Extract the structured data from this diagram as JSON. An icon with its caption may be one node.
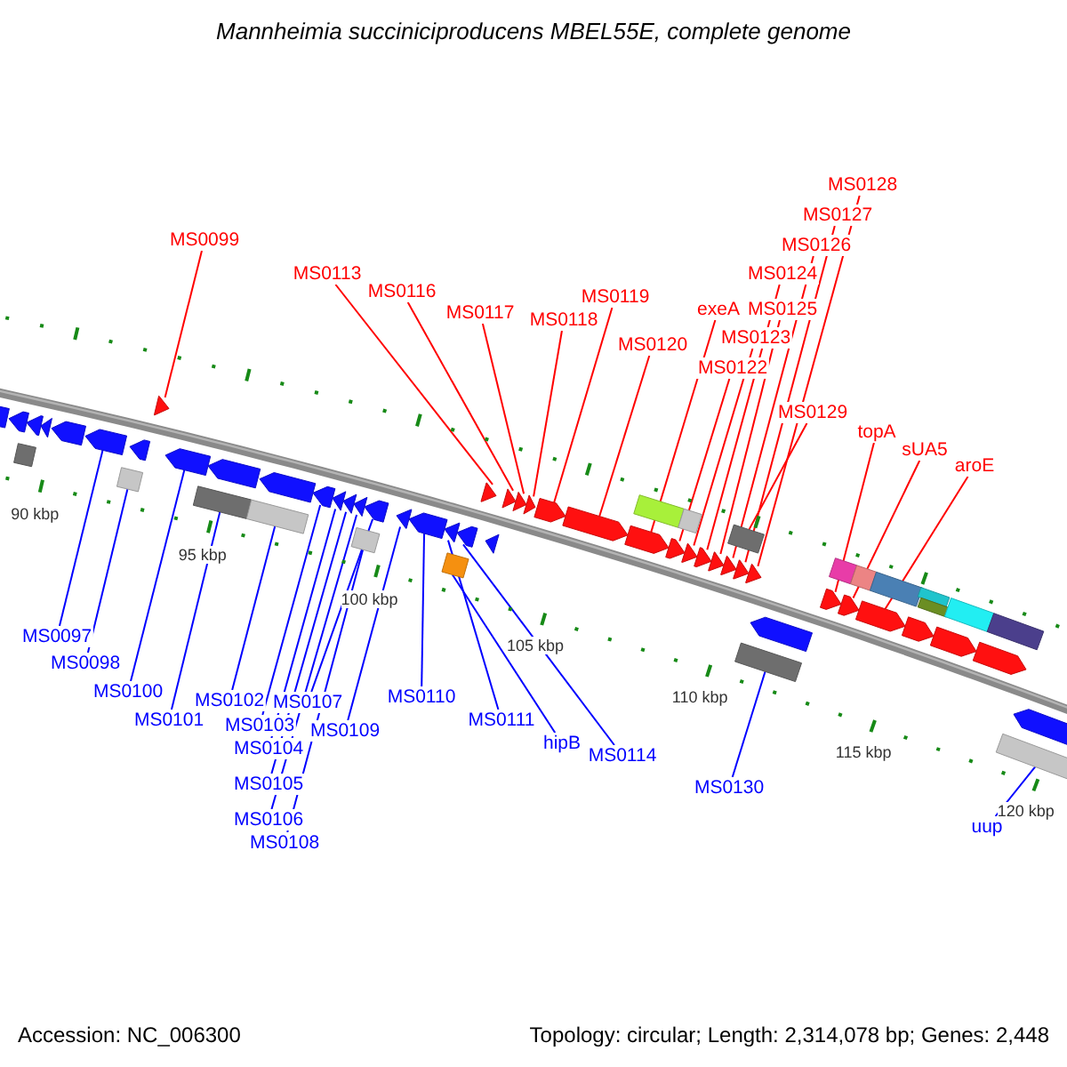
{
  "diagram": {
    "title": "Mannheimia succiniciproducens MBEL55E, complete genome",
    "nodes": [
      {
        "text": [
          "MS0099"
        ]
      },
      {
        "text": [
          "MS0113"
        ]
      },
      {
        "text": [
          "MS0116"
        ]
      },
      {
        "text": [
          "MS0117"
        ]
      },
      {
        "text": [
          "MS0118"
        ]
      },
      {
        "text": [
          "MS0119"
        ]
      },
      {
        "text": [
          "MS0120"
        ]
      },
      {
        "text": [
          "exeA"
        ]
      },
      {
        "text": [
          "MS0122"
        ]
      },
      {
        "text": [
          "MS0123"
        ]
      },
      {
        "text": [
          "MS0124"
        ]
      },
      {
        "text": [
          "MS0125"
        ]
      },
      {
        "text": [
          "MS0126"
        ]
      },
      {
        "text": [
          "MS0127"
        ]
      },
      {
        "text": [
          "MS0128"
        ]
      },
      {
        "text": [
          "MS0129"
        ]
      },
      {
        "text": [
          "topA"
        ]
      },
      {
        "text": [
          "sUA5"
        ]
      },
      {
        "text": [
          "aroE"
        ]
      },
      {
        "text": [
          "MS0097"
        ]
      },
      {
        "text": [
          "MS0098"
        ]
      },
      {
        "text": [
          "MS0100"
        ]
      },
      {
        "text": [
          "MS0101"
        ]
      },
      {
        "text": [
          "MS0102"
        ]
      },
      {
        "text": [
          "MS0103"
        ]
      },
      {
        "text": [
          "MS0104"
        ]
      },
      {
        "text": [
          "MS0105"
        ]
      },
      {
        "text": [
          "MS0106"
        ]
      },
      {
        "text": [
          "MS0107"
        ]
      },
      {
        "text": [
          "MS0108"
        ]
      },
      {
        "text": [
          "MS0109"
        ]
      },
      {
        "text": [
          "MS0110"
        ]
      },
      {
        "text": [
          "MS0111"
        ]
      },
      {
        "text": [
          "hipB"
        ]
      },
      {
        "text": [
          "MS0114"
        ]
      },
      {
        "text": [
          "MS0130"
        ]
      },
      {
        "text": [
          "uup"
        ]
      },
      {
        "text": [],
        "shape": "pentagon"
      },
      {
        "text": [],
        "shape": "pentagon"
      },
      {
        "text": [],
        "shape": "pentagon"
      },
      {
        "text": [],
        "shape": "pentagon"
      },
      {
        "text": [],
        "shape": "pentagon"
      },
      {
        "text": [],
        "shape": "pentagon"
      },
      {
        "text": [],
        "shape": "pentagon"
      },
      {
        "text": [],
        "shape": "pentagon"
      },
      {
        "text": [],
        "shape": "pentagon"
      },
      {
        "text": [],
        "shape": "pentagon"
      },
      {
        "text": [],
        "shape": "pentagon"
      },
      {
        "text": [],
        "shape": "pentagon"
      },
      {
        "text": [],
        "shape": "pentagon"
      },
      {
        "text": [],
        "shape": "pentagon"
      },
      {
        "text": [],
        "shape": "pentagon"
      },
      {
        "text": [],
        "shape": "box"
      },
      {
        "text": [],
        "shape": "pentagon"
      },
      {
        "text": [],
        "shape": "pentagon"
      },
      {
        "text": [],
        "shape": "pentagon"
      },
      {
        "text": [],
        "shape": "pentagon"
      },
      {
        "text": [],
        "shape": "box"
      },
      {
        "text": [],
        "shape": "pentagon"
      },
      {
        "text": [],
        "shape": "box"
      },
      {
        "text": [],
        "shape": "box"
      },
      {
        "text": [],
        "shape": "pentagon"
      },
      {
        "text": [],
        "shape": "pentagon"
      },
      {
        "text": [],
        "shape": "pentagon"
      },
      {
        "text": [],
        "shape": "pentagon"
      },
      {
        "text": [],
        "shape": "pentagon"
      },
      {
        "text": [],
        "shape": "box"
      },
      {
        "text": [],
        "shape": "pentagon"
      },
      {
        "text": [],
        "shape": "pentagon"
      },
      {
        "text": [],
        "shape": "pentagon"
      },
      {
        "text": [],
        "shape": "box"
      },
      {
        "text": [],
        "shape": "pentagon"
      },
      {
        "text": [],
        "shape": "box"
      },
      {
        "text": [],
        "shape": "box"
      },
      {
        "text": [],
        "shape": "pentagon"
      },
      {
        "text": [],
        "shape": "pentagon"
      },
      {
        "text": [],
        "shape": "pentagon"
      },
      {
        "text": [],
        "shape": "box"
      },
      {
        "text": [],
        "shape": "box"
      },
      {
        "text": [],
        "shape": "box"
      },
      {
        "text": [],
        "shape": "box"
      },
      {
        "text": [],
        "shape": "box"
      },
      {
        "text": [],
        "shape": "box"
      },
      {
        "text": [],
        "shape": "box"
      },
      {
        "text": [],
        "shape": "box"
      },
      {
        "text": [],
        "shape": "box"
      },
      {
        "text": [],
        "shape": "pentagon"
      },
      {
        "text": [],
        "shape": "pentagon"
      },
      {
        "text": [],
        "shape": "pentagon"
      },
      {
        "text": [],
        "shape": "pentagon"
      },
      {
        "text": [],
        "shape": "pentagon"
      },
      {
        "text": [],
        "shape": "pentagon"
      },
      {
        "text": [],
        "shape": "pentagon"
      },
      {
        "text": [],
        "shape": "pentagon"
      },
      {
        "text": [],
        "shape": "pentagon"
      },
      {
        "text": [],
        "shape": "pentagon"
      },
      {
        "text": [],
        "shape": "pentagon"
      },
      {
        "text": [],
        "shape": "box"
      }
    ],
    "edges": [
      {
        "from": 0,
        "to": 37,
        "arrow": "none"
      },
      {
        "from": 1,
        "to": 38,
        "arrow": "none"
      },
      {
        "from": 2,
        "to": 39,
        "arrow": "none"
      },
      {
        "from": 3,
        "to": 40,
        "arrow": "none"
      },
      {
        "from": 4,
        "to": 41,
        "arrow": "none"
      },
      {
        "from": 5,
        "to": 42,
        "arrow": "none"
      },
      {
        "from": 6,
        "to": 43,
        "arrow": "none"
      },
      {
        "from": 7,
        "to": 44,
        "arrow": "none"
      },
      {
        "from": 8,
        "to": 45,
        "arrow": "none"
      },
      {
        "from": 9,
        "to": 46,
        "arrow": "none"
      },
      {
        "from": 10,
        "to": 47,
        "arrow": "none"
      },
      {
        "from": 11,
        "to": 48,
        "arrow": "none"
      },
      {
        "from": 12,
        "to": 49,
        "arrow": "none"
      },
      {
        "from": 13,
        "to": 50,
        "arrow": "none"
      },
      {
        "from": 14,
        "to": 51,
        "arrow": "none"
      },
      {
        "from": 15,
        "to": 52,
        "arrow": "none"
      },
      {
        "from": 16,
        "to": 53,
        "arrow": "none"
      },
      {
        "from": 17,
        "to": 54,
        "arrow": "none"
      },
      {
        "from": 18,
        "to": 55,
        "arrow": "none"
      },
      {
        "from": 19,
        "to": 56,
        "arrow": "none",
        "color": "#0000ff"
      },
      {
        "from": 20,
        "to": 57,
        "arrow": "none",
        "color": "#0000ff"
      },
      {
        "from": 21,
        "to": 58,
        "arrow": "none",
        "color": "#0000ff"
      },
      {
        "from": 22,
        "to": 59,
        "arrow": "none",
        "color": "#0000ff"
      },
      {
        "from": 23,
        "to": 60,
        "arrow": "none",
        "color": "#0000ff"
      },
      {
        "from": 24,
        "to": 61,
        "arrow": "none",
        "color": "#0000ff"
      },
      {
        "from": 25,
        "to": 62,
        "arrow": "none",
        "color": "#0000ff"
      },
      {
        "from": 26,
        "to": 63,
        "arrow": "none",
        "color": "#0000ff"
      },
      {
        "from": 27,
        "to": 64,
        "arrow": "none",
        "color": "#0000ff"
      },
      {
        "from": 28,
        "to": 65,
        "arrow": "none",
        "color": "#0000ff"
      },
      {
        "from": 29,
        "to": 66,
        "arrow": "none",
        "color": "#0000ff"
      },
      {
        "from": 30,
        "to": 67,
        "arrow": "none",
        "color": "#0000ff"
      },
      {
        "from": 31,
        "to": 68,
        "arrow": "none",
        "color": "#0000ff"
      },
      {
        "from": 32,
        "to": 69,
        "arrow": "none",
        "color": "#0000ff"
      },
      {
        "from": 33,
        "to": 70,
        "arrow": "none",
        "color": "#0000ff"
      },
      {
        "from": 34,
        "to": 71,
        "arrow": "none",
        "color": "#0000ff"
      },
      {
        "from": 35,
        "to": 72,
        "arrow": "none",
        "color": "#0000ff"
      },
      {
        "from": 36,
        "to": 73,
        "arrow": "none",
        "color": "#0000ff"
      }
    ],
    "labels": [
      "90 kbp",
      "95 kbp",
      "100 kbp",
      "105 kbp",
      "110 kbp",
      "115 kbp",
      "120 kbp",
      "Accession: NC_006300",
      "Topology: circular; Length: 2,314,078 bp; Genes: 2,448"
    ]
  }
}
